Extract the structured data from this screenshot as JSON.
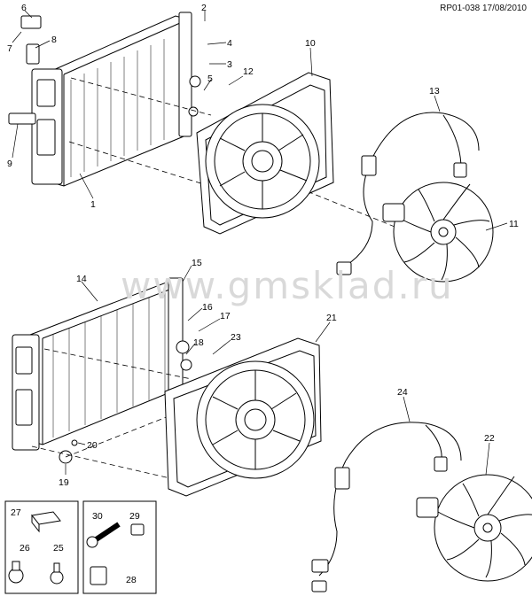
{
  "header": {
    "code": "RP01-038 17/08/2010"
  },
  "watermark": "www.gmsklad.ru",
  "callouts": [
    "1",
    "2",
    "3",
    "4",
    "5",
    "6",
    "7",
    "8",
    "9",
    "10",
    "11",
    "12",
    "13",
    "14",
    "15",
    "16",
    "17",
    "18",
    "19",
    "20",
    "21",
    "22",
    "23",
    "24",
    "25",
    "26",
    "27",
    "28",
    "29",
    "30"
  ],
  "colors": {
    "line": "#000000",
    "watermark": "#d9d9d9",
    "background": "#ffffff"
  }
}
